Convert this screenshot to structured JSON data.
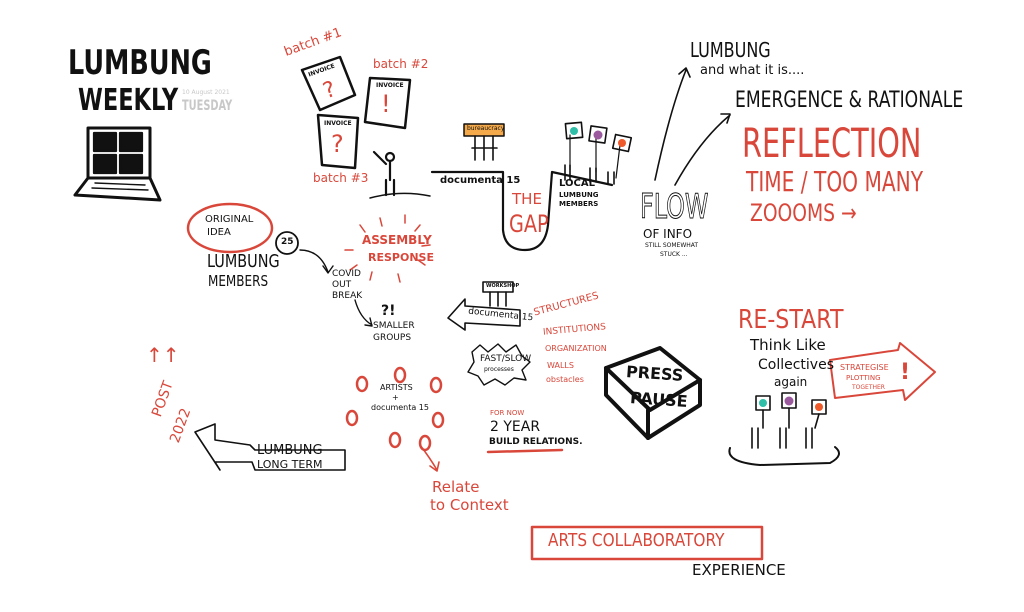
{
  "colors": {
    "ink": "#111111",
    "accent": "#d9473a",
    "teal": "#2fbfa8",
    "purple": "#9b5a9e",
    "orange": "#ef5a2a",
    "sign": "#f4a94a",
    "grey": "#c8c8c8"
  },
  "header": {
    "title_line1": "LUMBUNG",
    "title_line2": "WEEKLY",
    "date": "10 August 2021",
    "day": "TUESDAY"
  },
  "invoices": {
    "label": "INVOICE",
    "batches": [
      {
        "label": "batch #1",
        "mark": "?"
      },
      {
        "label": "batch #2",
        "mark": "!"
      },
      {
        "label": "batch #3",
        "mark": "?"
      }
    ]
  },
  "gap": {
    "sign": "bureaucracy",
    "left_label": "documenta 15",
    "title_line1": "THE",
    "title_line2": "GAP",
    "right_line1": "LOCAL",
    "right_line2": "LUMBUNG",
    "right_line3": "MEMBERS"
  },
  "right_top": {
    "lumbung_line1": "LUMBUNG",
    "lumbung_line2": "and what it is....",
    "emergence": "EMERGENCE & RATIONALE",
    "reflection_line1": "REFLECTION",
    "reflection_line2": "TIME / TOO MANY",
    "reflection_line3": "ZOOOMS →"
  },
  "flow": {
    "title": "FLOW",
    "line2": "OF INFO",
    "line3": "STILL SOMEWHAT",
    "line4": "STUCK ..."
  },
  "origin": {
    "circle_line1": "ORIGINAL",
    "circle_line2": "IDEA",
    "count": "25",
    "members_line1": "LUMBUNG",
    "members_line2": "MEMBERS",
    "covid_line1": "COVID",
    "covid_line2": "OUT",
    "covid_line3": "BREAK",
    "assembly_line1": "ASSEMBLY",
    "assembly_line2": "RESPONSE",
    "exclaim": "?!",
    "smaller_line1": "SMALLER",
    "smaller_line2": "GROUPS"
  },
  "middle": {
    "sign": "WORKSHOP",
    "arrow_label": "documenta 15",
    "fastslow_line1": "FAST/SLOW",
    "fastslow_line2": "processes",
    "list": [
      "STRUCTURES",
      "INSTITUTIONS",
      "ORGANIZATION",
      "WALLS",
      "obstacles"
    ]
  },
  "pause": {
    "line1": "PRESS",
    "line2": "PAUSE"
  },
  "restart": {
    "title": "RE-START",
    "line1": "Think Like",
    "line2": "Collectives",
    "line3": "again",
    "arrow_line1": "STRATEGISE",
    "arrow_line2": "PLOTTING",
    "arrow_line3": "TOGETHER",
    "arrow_mark": "!"
  },
  "bottom": {
    "post_arrows": "↑↑",
    "post_line1": "POST",
    "post_line2": "2022",
    "longterm_line1": "LUMBUNG",
    "longterm_line2": "LONG TERM",
    "artists_line1": "ARTISTS",
    "artists_line2": "+",
    "artists_line3": "documenta 15",
    "relate_line1": "Relate",
    "relate_line2": "to Context",
    "fornow": "FOR NOW",
    "twoyear": "2 YEAR",
    "build": "BUILD RELATIONS.",
    "arts": "ARTS COLLABORATORY",
    "experience": "EXPERIENCE"
  }
}
